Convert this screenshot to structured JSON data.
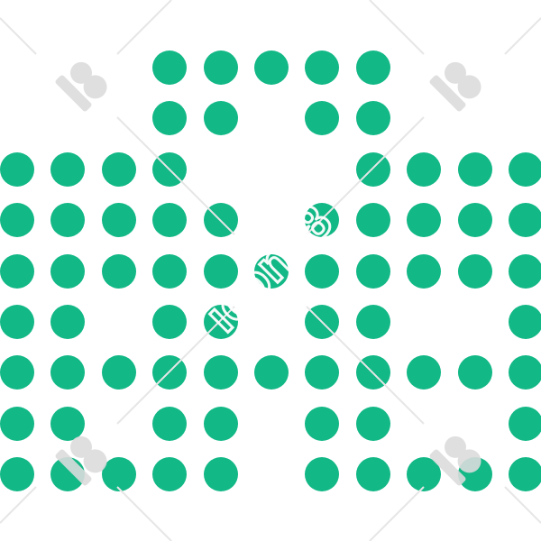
{
  "icon": {
    "name": "first-aid-kit-dot-matrix-icon",
    "dot_color": "#12b886",
    "rows": [
      ".....",
      "...",
      "...",
      "....",
      "..."
    ],
    "grid": [
      "000111110000",
      "000110110000",
      "111100011111",
      "111110111111",
      "111111111111",
      "110110110011",
      "111111111111",
      "110110110011",
      "111110111111"
    ]
  },
  "watermark": {
    "text": "icons8",
    "color": "#d9d9d9"
  }
}
